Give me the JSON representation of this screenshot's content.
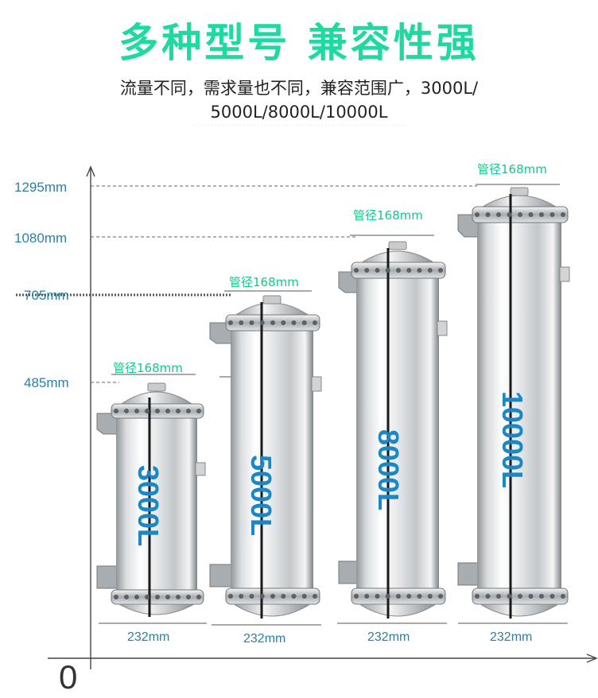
{
  "header": {
    "title": "多种型号 兼容性强",
    "subtitle_line1": "流量不同，需求量也不同，兼容范围广，3000L/",
    "subtitle_line2": "5000L/8000L/10000L"
  },
  "colors": {
    "title_green": "#1ed9a0",
    "axis_label_blue": "#2d7fa2",
    "pipe_label_green": "#12c98c",
    "capacity_blue": "#1a87c9"
  },
  "axis": {
    "origin_label": "0",
    "height_labels": [
      "1295mm",
      "1080mm",
      "705mm",
      "485mm"
    ]
  },
  "units": [
    {
      "capacity": "3000L",
      "height": "485mm",
      "pipe_label": "管径168mm",
      "width_label": "232mm"
    },
    {
      "capacity": "5000L",
      "height": "705mm",
      "pipe_label": "管径168mm",
      "width_label": "232mm"
    },
    {
      "capacity": "8000L",
      "height": "1080mm",
      "pipe_label": "管径168mm",
      "width_label": "232mm"
    },
    {
      "capacity": "10000L",
      "height": "1295mm",
      "pipe_label": "管径168mm",
      "width_label": "232mm"
    }
  ]
}
